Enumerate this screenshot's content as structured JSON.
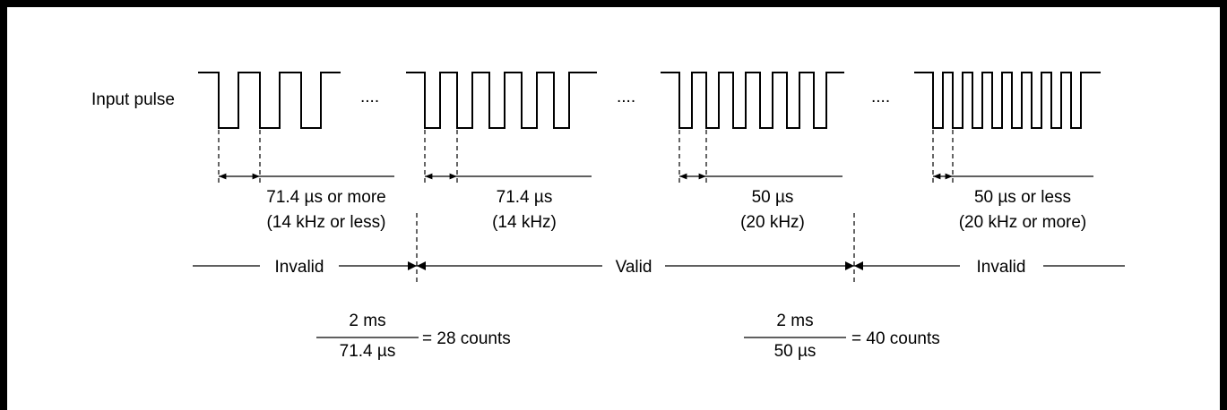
{
  "input_label": "Input pulse",
  "ellipsis": "....",
  "groups": [
    {
      "line1": "71.4 µs or more",
      "line2": "(14 kHz or less)"
    },
    {
      "line1": "71.4 µs",
      "line2": "(14 kHz)"
    },
    {
      "line1": "50 µs",
      "line2": "(20 kHz)"
    },
    {
      "line1": "50 µs or less",
      "line2": "(20 kHz or more)"
    }
  ],
  "ranges": {
    "left": "Invalid",
    "middle": "Valid",
    "right": "Invalid"
  },
  "formulas": [
    {
      "numerator": "2 ms",
      "denominator": "71.4 µs",
      "result": "= 28 counts"
    },
    {
      "numerator": "2 ms",
      "denominator": "50 µs",
      "result": "= 40 counts"
    }
  ]
}
